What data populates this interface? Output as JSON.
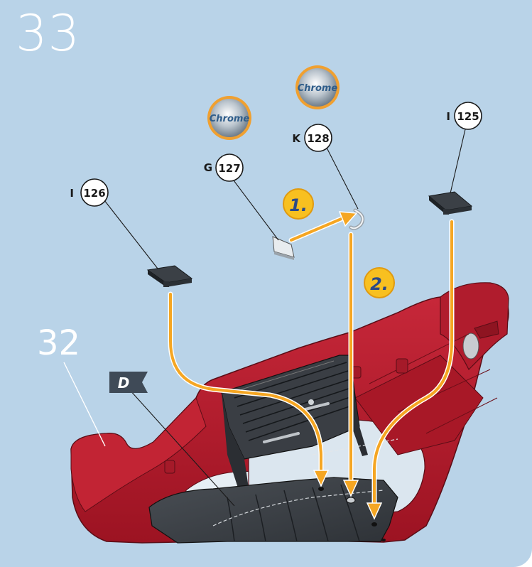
{
  "step": {
    "number": "33",
    "previous_step": "32"
  },
  "parts": [
    {
      "letter": "I",
      "number": "126",
      "name": "left-bracket"
    },
    {
      "letter": "G",
      "number": "127",
      "name": "chrome-plate",
      "finish": "Chrome"
    },
    {
      "letter": "K",
      "number": "128",
      "name": "chrome-handle",
      "finish": "Chrome"
    },
    {
      "letter": "I",
      "number": "125",
      "name": "right-bracket"
    }
  ],
  "sequence": {
    "step1": "1.",
    "step2": "2."
  },
  "flag": {
    "label": "D"
  },
  "colors": {
    "background": "#b9d3e8",
    "body_red": "#b81a2a",
    "arrow_orange": "#f5a623",
    "chrome_ring": "#f0a030",
    "badge_yellow": "#f8c020"
  }
}
